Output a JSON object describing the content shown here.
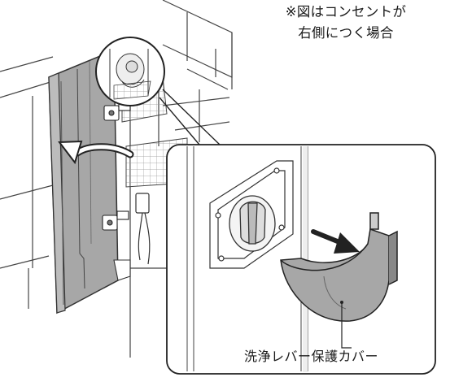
{
  "note": {
    "line1": "※図はコンセントが",
    "line2": "右側につく場合"
  },
  "callout": {
    "part_label": "洗浄レバー保護カバー"
  },
  "icons": {
    "rotate_arrow": "curved-rotate-arrow-icon",
    "remove_arrow": "remove-direction-arrow-icon"
  },
  "colors": {
    "line": "#333333",
    "panel_fill": "#a7a7a7",
    "panel_shade": "#bcbcbc",
    "background": "#ffffff"
  }
}
